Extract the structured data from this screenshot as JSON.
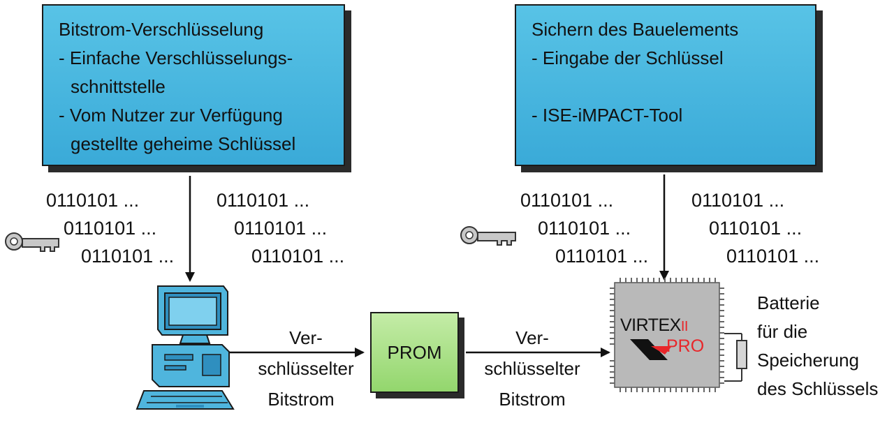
{
  "left_box": {
    "line1": "Bitstrom-Verschlüsselung",
    "line2": "- Einfache Verschlüsselungs-",
    "line3": "schnittstelle",
    "line4": "- Vom Nutzer zur Verfügung",
    "line5": "gestellte geheime Schlüssel"
  },
  "right_box": {
    "line1": "Sichern des Bauelements",
    "line2": "- Eingabe der Schlüssel",
    "line3": "- ISE-iMPACT-Tool"
  },
  "bitstring": "0110101 ...",
  "prom_label": "PROM",
  "arrow_label": {
    "line1": "Ver-",
    "line2": "schlüsselter",
    "line3": "Bitstrom"
  },
  "chip": {
    "brand_line1": "VIRTEX",
    "brand_suffix": "II",
    "brand_line2": "PRO"
  },
  "battery_label": {
    "line1": "Batterie",
    "line2": "für die",
    "line3": "Speicherung",
    "line4": "des Schlüssels"
  },
  "colors": {
    "box_blue": "#3aaad8",
    "prom_green": "#93d66d",
    "chip_gray": "#b9b9b9",
    "chip_red": "#e8262a"
  }
}
